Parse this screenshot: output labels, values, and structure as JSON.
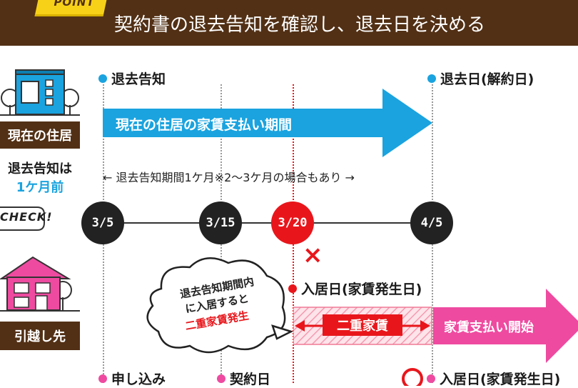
{
  "header": {
    "badge": "POINT",
    "title": "契約書の退去告知を確認し、退去日を決める"
  },
  "side": {
    "current_home_label": "現在の住居",
    "notice_line1": "退去告知は",
    "notice_line2": "1ケ月前",
    "check_text": "CHECK!",
    "new_home_label": "引越し先"
  },
  "timeline": {
    "nodes": [
      "3/5",
      "3/15",
      "3/20",
      "4/5"
    ]
  },
  "labels": {
    "notice": "退去告知",
    "moveout": "退去日(解約日)",
    "current_rent": "現在の住居の家賃支払い期間",
    "notice_period": "← 退去告知期間1ケ月※2〜3ケ月の場合もあり →",
    "movein": "入居日(家賃発生日)",
    "double_rent": "二重家賃",
    "new_rent": "家賃支払い開始",
    "apply": "申し込み",
    "contract": "契約日",
    "movein_bottom": "入居日(家賃発生日)"
  },
  "bubble": {
    "line1": "退去告知期間内",
    "line2": "に入居すると",
    "line3": "二重家賃発生"
  },
  "marks": {
    "cross": "×"
  },
  "colors": {
    "header_bg": "#523015",
    "accent_blue": "#1aa3df",
    "accent_red": "#e8161b",
    "accent_pink": "#ee4aa0",
    "badge_yellow": "#f7d117"
  }
}
